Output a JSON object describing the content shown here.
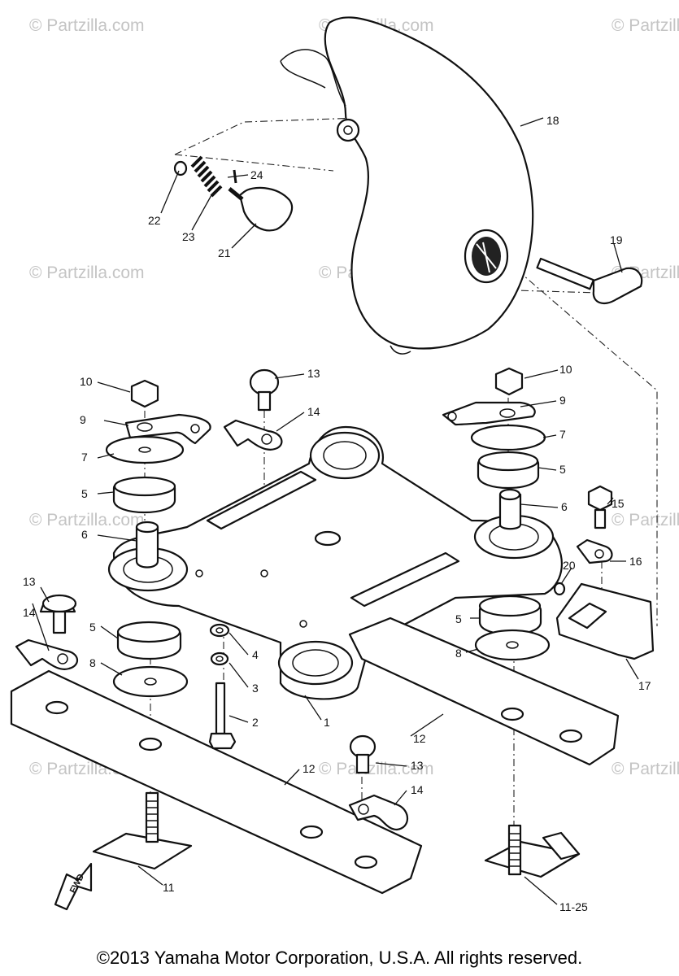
{
  "watermark": {
    "text": "© Partzilla.com"
  },
  "copyright": "©2013 Yamaha Motor Corporation, U.S.A. All rights reserved.",
  "fwd_label": "FWD",
  "callouts": {
    "n1": "1",
    "n2": "2",
    "n3": "3",
    "n4": "4",
    "n5a": "5",
    "n5b": "5",
    "n5c": "5",
    "n5d": "5",
    "n6a": "6",
    "n6b": "6",
    "n7a": "7",
    "n7b": "7",
    "n8a": "8",
    "n8b": "8",
    "n9a": "9",
    "n9b": "9",
    "n10a": "10",
    "n10b": "10",
    "n11": "11",
    "n11_25": "11-25",
    "n12a": "12",
    "n12b": "12",
    "n13a": "13",
    "n13b": "13",
    "n13c": "13",
    "n14a": "14",
    "n14b": "14",
    "n14c": "14",
    "n15": "15",
    "n16": "16",
    "n17": "17",
    "n18": "18",
    "n19": "19",
    "n20": "20",
    "n21": "21",
    "n22": "22",
    "n23": "23",
    "n24": "24"
  }
}
